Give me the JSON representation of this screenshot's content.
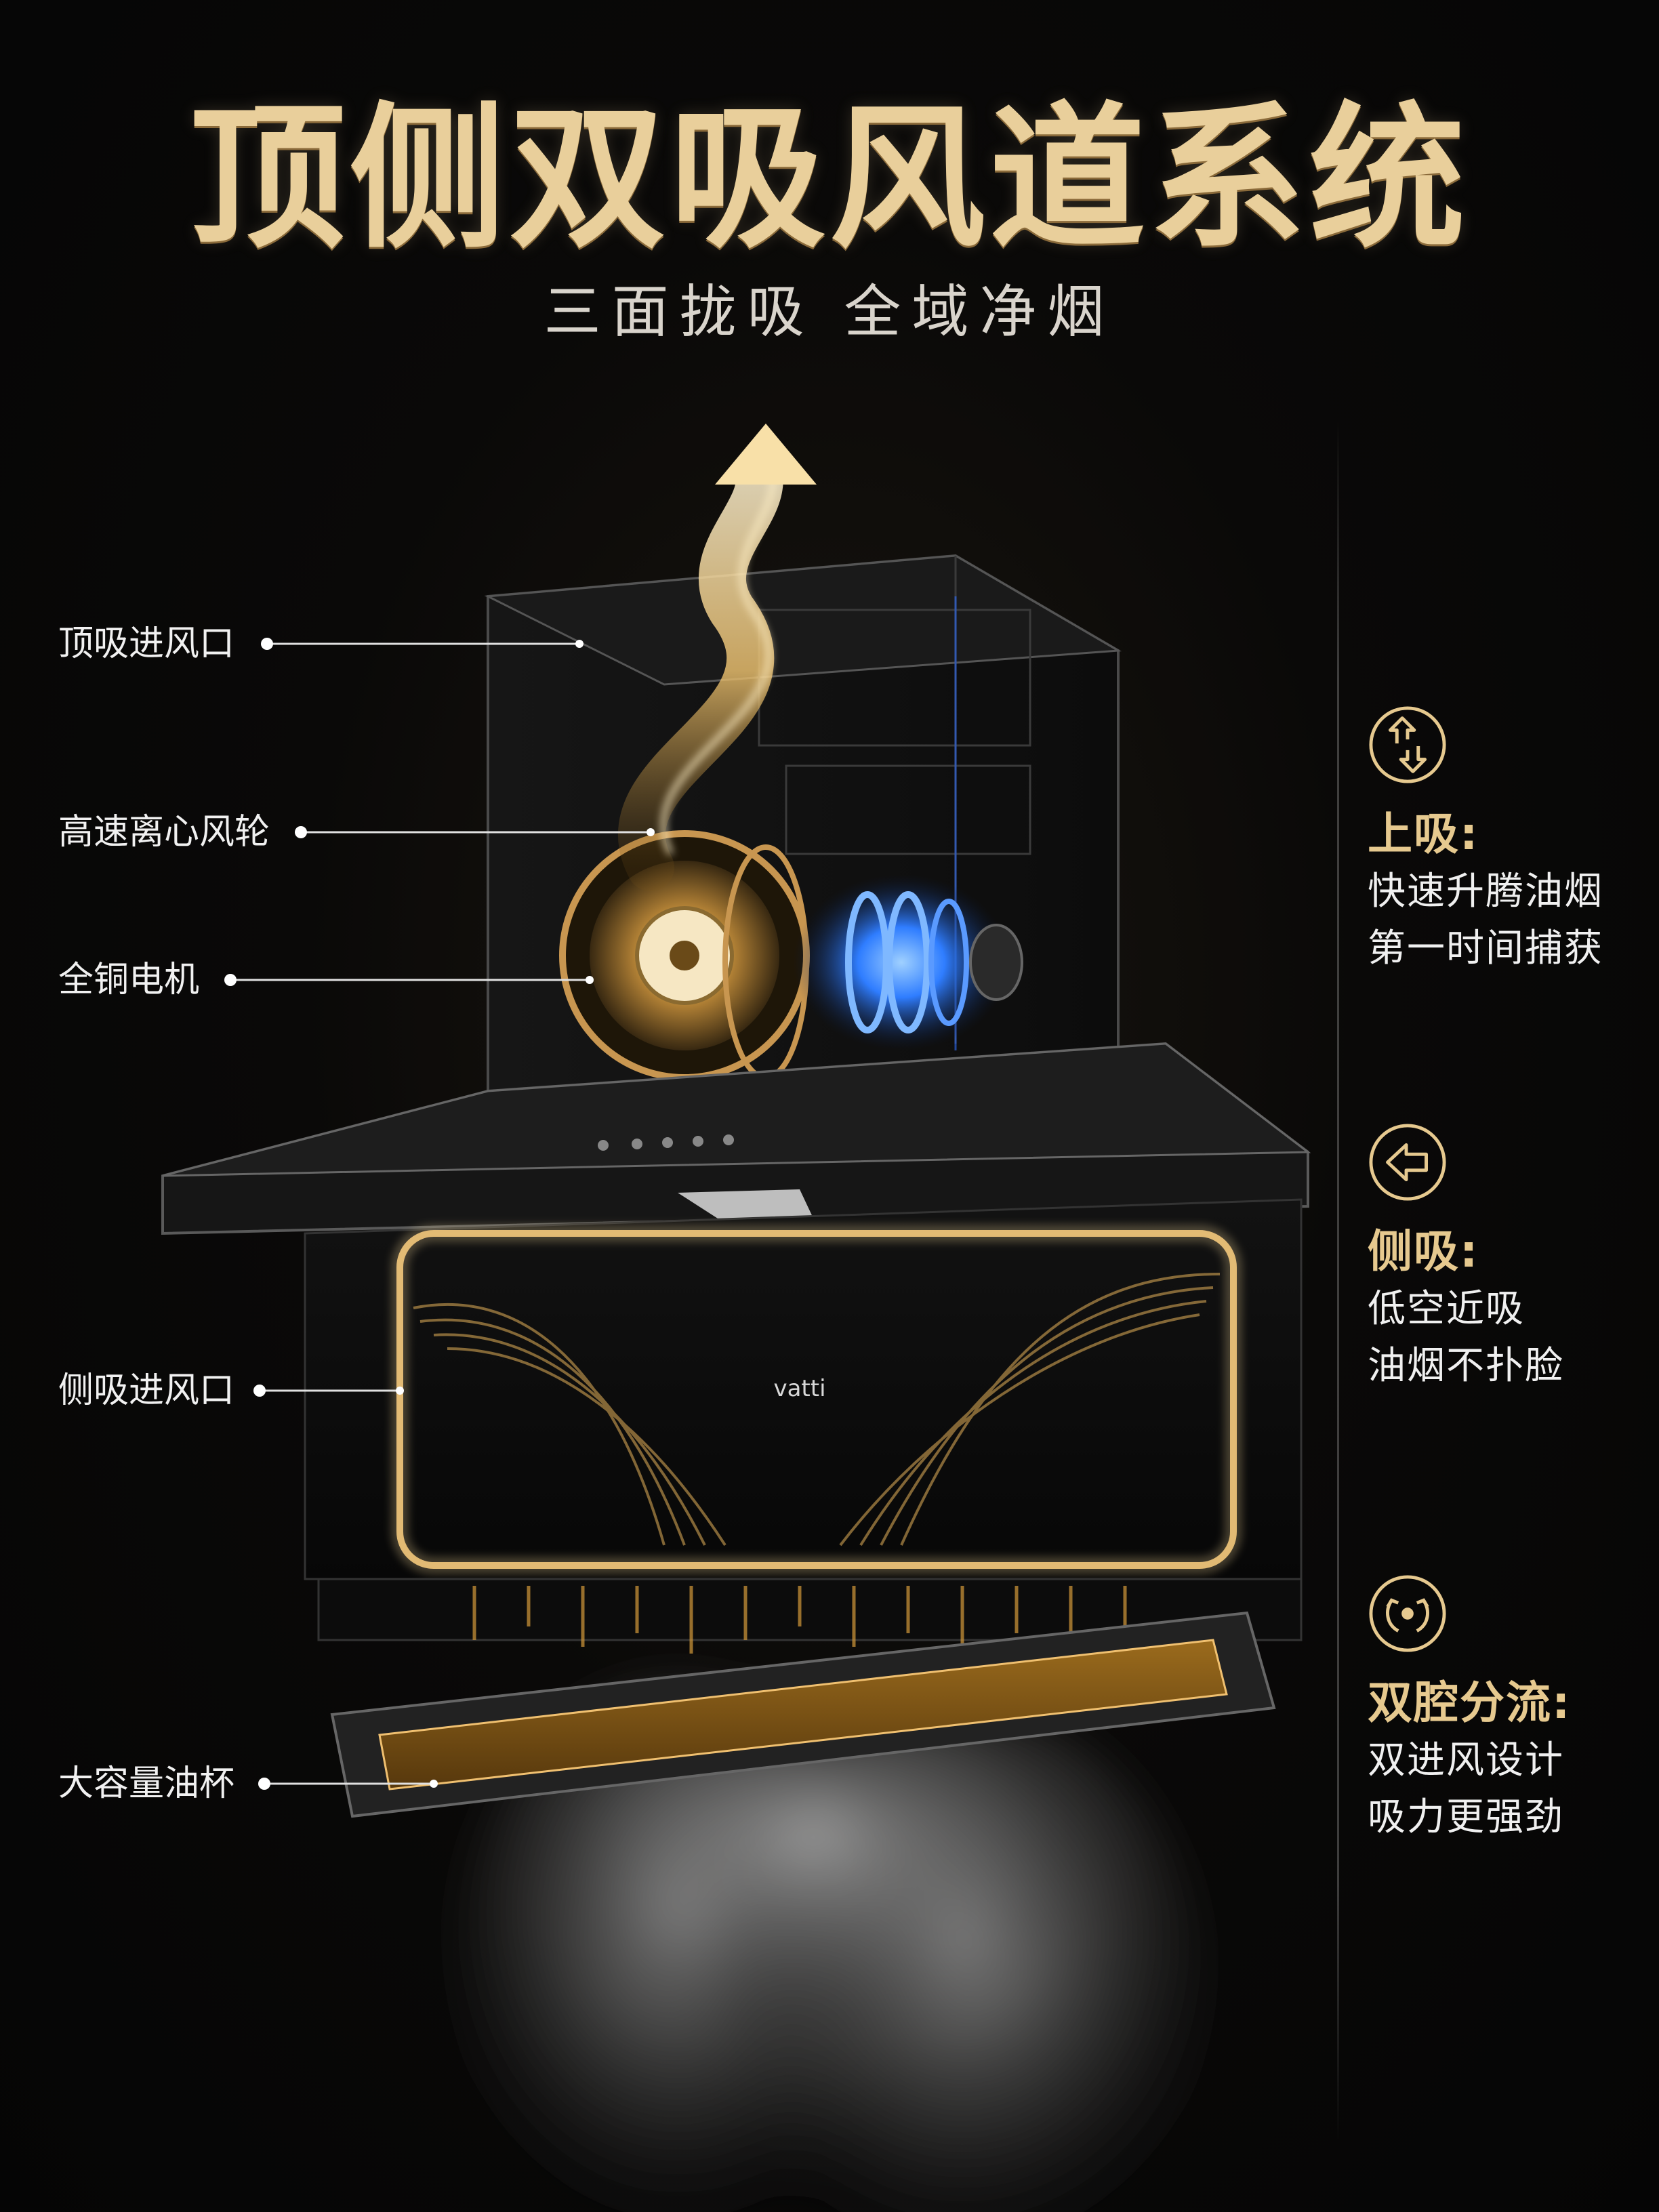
{
  "header": {
    "title": "顶侧双吸风道系统",
    "subtitle": "三面拢吸 全域净烟"
  },
  "device": {
    "brand": "vatti"
  },
  "callouts": [
    {
      "label": "顶吸进风口"
    },
    {
      "label": "高速离心风轮"
    },
    {
      "label": "全铜电机"
    },
    {
      "label": "侧吸进风口"
    },
    {
      "label": "大容量油杯"
    }
  ],
  "features": [
    {
      "icon": "up-down-arrows-icon",
      "title": "上吸:",
      "lines": [
        "快速升腾油烟",
        "第一时间捕获"
      ]
    },
    {
      "icon": "left-arrow-icon",
      "title": "侧吸:",
      "lines": [
        "低空近吸",
        "油烟不扑脸"
      ]
    },
    {
      "icon": "dual-flow-icon",
      "title": "双腔分流:",
      "lines": [
        "双进风设计",
        "吸力更强劲"
      ]
    }
  ],
  "colors": {
    "gold": "#e6c98f",
    "title_gold": "#e9cf9b",
    "blue_glow": "#3d8bff",
    "background": "#060606"
  }
}
